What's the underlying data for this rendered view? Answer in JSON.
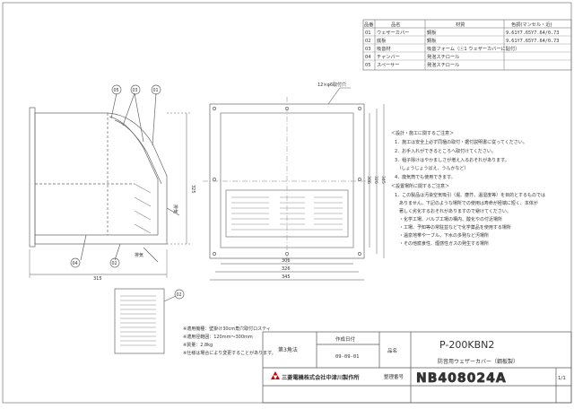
{
  "parts_table": {
    "headers": [
      "品番",
      "品名",
      "材質",
      "色調(マンセル・近)"
    ],
    "rows": [
      {
        "no": "01",
        "name": "ウェザーカバー",
        "material": "鋼板",
        "color": "9.61Y7.65Y7.64/0.73"
      },
      {
        "no": "02",
        "name": "底板",
        "material": "鋼板",
        "color": "9.61Y7.65Y7.64/0.73"
      },
      {
        "no": "03",
        "name": "吸音材",
        "material": "吸音フォーム（ⓢ1 ウェザーカバーに貼付）",
        "color": ""
      },
      {
        "no": "04",
        "name": "チャンバー",
        "material": "発泡スチロール",
        "color": ""
      },
      {
        "no": "05",
        "name": "スペーサー",
        "material": "発泡スチロール",
        "color": ""
      }
    ]
  },
  "labels": {
    "bolt_holes": "12×φ6取付穴",
    "airflow_left": "排気",
    "airflow_right": "排気"
  },
  "dimensions": {
    "side_width": "315",
    "side_height": "325",
    "front_d1": "306",
    "front_d2": "326",
    "front_d3": "345",
    "front_h1": "306",
    "front_h2": "326",
    "front_h3": "345"
  },
  "callouts": [
    "05",
    "03",
    "01",
    "04",
    "02",
    "02"
  ],
  "notes": {
    "design_title": "＜設計・施工に関するご注意＞",
    "design_items": [
      "1．施工は安全上必ず同梱の取付・据付説明書に従ってください。",
      "2．お手入れができるところへ取付けてください。",
      "3．稲子除けはやかましさが増え入るおそれがあります。",
      "　（しょうじょうばえ、うんかなど）",
      "4．廃気筒でも使用できます。"
    ],
    "use_title": "＜設置場所に関するご注意＞",
    "use_items": [
      "1．この製品は汚染空気吸引（堀、塵芥、温湿度等）を目的とするものでは",
      "　ありません。下記のような場所での使用は寿命が極端に短く、本体が",
      "　著しく劣化するおそれがありますので避けてください。",
      "　・化学工場、バルブ工場の構内、酸化やの付近場所",
      "　・工場、予知等の常駐並などで化学薬品を使用する場所",
      "　・温泉地帯や一ブル、下水の多発など汚場所",
      "　・その他腐食性、煙感性ガスの発生する場所"
    ]
  },
  "specs": [
    "※適用機種：壁掛け30cm角穴取付ロスティ",
    "※適用径範囲：120mm～300mm",
    "※質量：2.8kg",
    "※仕様は場合により変更することがあります。"
  ],
  "title_block": {
    "projection_label": "第3角法",
    "date_label": "作成日付",
    "date": "09-09-01",
    "name_label": "品名",
    "model": "P-200KBN2",
    "product_name": "防音用ウェザーカバー（鋼板製）",
    "company": "三菱電機株式会社中津川製作所",
    "drawing_no_label": "整理番号",
    "drawing_no": "NB408024A",
    "sheet": "1/1"
  },
  "colors": {
    "line": "#666666",
    "ink": "#333333",
    "logo": "#cc0000"
  }
}
